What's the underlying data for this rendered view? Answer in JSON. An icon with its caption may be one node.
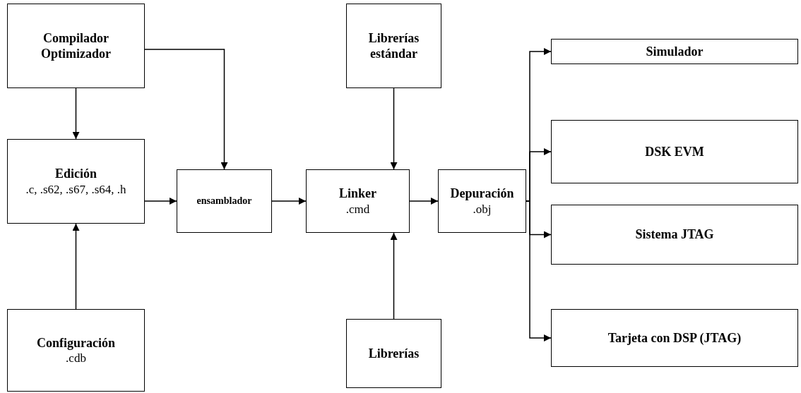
{
  "diagram": {
    "nodes": [
      {
        "text": [
          "Compilador Optimizador"
        ]
      },
      {
        "text": [
          "Edición",
          ".c, .s62, .s67, .s64, .h"
        ]
      },
      {
        "text": [
          "Configuración",
          ".cdb"
        ]
      },
      {
        "text": [
          "ensamblador"
        ]
      },
      {
        "text": [
          "Librerías estándar"
        ]
      },
      {
        "text": [
          "Linker",
          ".cmd"
        ]
      },
      {
        "text": [
          "Librerías"
        ]
      },
      {
        "text": [
          "Depuración",
          ".obj"
        ]
      },
      {
        "text": [
          "Simulador"
        ]
      },
      {
        "text": [
          "DSK EVM"
        ]
      },
      {
        "text": [
          "Sistema JTAG"
        ]
      },
      {
        "text": [
          "Tarjeta con DSP (JTAG)"
        ]
      }
    ],
    "edges": [
      {
        "from": 0,
        "to": 1,
        "arrow": "to"
      },
      {
        "from": 0,
        "to": 3,
        "arrow": "to"
      },
      {
        "from": 2,
        "to": 1,
        "arrow": "to"
      },
      {
        "from": 1,
        "to": 3,
        "arrow": "to"
      },
      {
        "from": 3,
        "to": 5,
        "arrow": "to"
      },
      {
        "from": 4,
        "to": 5,
        "arrow": "to"
      },
      {
        "from": 6,
        "to": 5,
        "arrow": "to"
      },
      {
        "from": 5,
        "to": 7,
        "arrow": "to"
      },
      {
        "from": 7,
        "to": 8,
        "arrow": "to"
      },
      {
        "from": 7,
        "to": 9,
        "arrow": "to"
      },
      {
        "from": 7,
        "to": 10,
        "arrow": "to"
      },
      {
        "from": 7,
        "to": 11,
        "arrow": "to"
      }
    ]
  }
}
